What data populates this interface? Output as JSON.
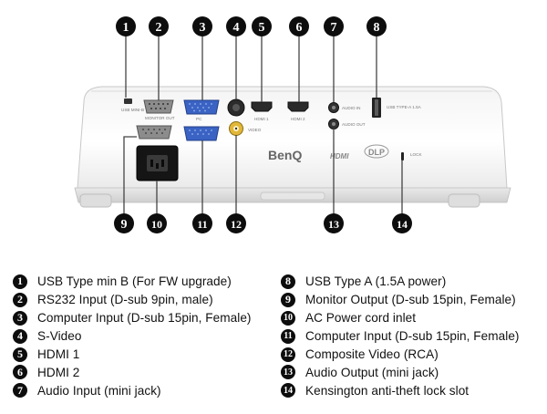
{
  "diagram": {
    "callout_numbers_top": [
      "1",
      "2",
      "3",
      "4",
      "5",
      "6",
      "7",
      "8"
    ],
    "callout_numbers_bottom": [
      "9",
      "10",
      "11",
      "12",
      "13",
      "14"
    ],
    "brand_logo": "BenQ",
    "hdmi_logo": "HDMI",
    "dlp_logo": "DLP",
    "port_labels": {
      "usb_mini": "USB MINI-B",
      "monitor_out": "MONITOR OUT",
      "pc": "PC",
      "video": "VIDEO",
      "hdmi1": "HDMI 1",
      "hdmi2": "HDMI 2",
      "audio_in": "AUDIO IN",
      "audio_out": "AUDIO OUT",
      "usb_typea": "USB TYPE-A 1.5A",
      "lock": "LOCK"
    }
  },
  "legend": {
    "left": [
      {
        "num": "1",
        "label": "USB Type min B (For FW upgrade)"
      },
      {
        "num": "2",
        "label": "RS232 Input (D-sub 9pin, male)"
      },
      {
        "num": "3",
        "label": "Computer Input (D-sub 15pin, Female)"
      },
      {
        "num": "4",
        "label": "S-Video"
      },
      {
        "num": "5",
        "label": "HDMI 1"
      },
      {
        "num": "6",
        "label": "HDMI 2"
      },
      {
        "num": "7",
        "label": "Audio Input (mini jack)"
      }
    ],
    "right": [
      {
        "num": "8",
        "label": "USB Type A (1.5A power)"
      },
      {
        "num": "9",
        "label": "Monitor Output (D-sub 15pin, Female)"
      },
      {
        "num": "10",
        "label": "AC Power cord inlet"
      },
      {
        "num": "11",
        "label": "Computer Input (D-sub 15pin, Female)"
      },
      {
        "num": "12",
        "label": "Composite Video (RCA)"
      },
      {
        "num": "13",
        "label": "Audio Output (mini jack)"
      },
      {
        "num": "14",
        "label": "Kensington anti-theft lock slot"
      }
    ]
  }
}
